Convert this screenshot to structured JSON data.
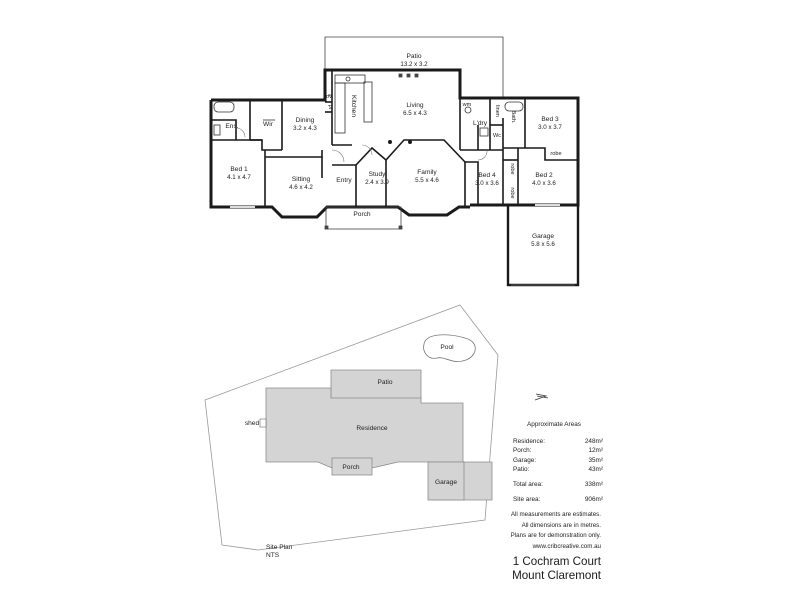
{
  "floor_plan": {
    "rooms": [
      {
        "name": "Patio",
        "dims": "13.2 x 3.2"
      },
      {
        "name": "Living",
        "dims": "6.5 x 4.3"
      },
      {
        "name": "Dining",
        "dims": "3.2 x 4.3"
      },
      {
        "name": "Bed 1",
        "dims": "4.1 x 4.7"
      },
      {
        "name": "Sitting",
        "dims": "4.6 x 4.2"
      },
      {
        "name": "Study",
        "dims": "2.4 x 3.9"
      },
      {
        "name": "Family",
        "dims": "5.5 x 4.6"
      },
      {
        "name": "Bed 4",
        "dims": "3.0 x 3.6"
      },
      {
        "name": "Bed 2",
        "dims": "4.0 x 3.6"
      },
      {
        "name": "Bed 3",
        "dims": "3.0 x 3.7"
      },
      {
        "name": "Garage",
        "dims": "5.8 x 5.6"
      }
    ],
    "labels": {
      "ens": "Ens.",
      "wir": "Wir",
      "kitchen": "Kitchen",
      "entry": "Entry",
      "porch": "Porch",
      "ldry": "L'dry",
      "bath": "Bath.",
      "linen": "linen",
      "wc": "Wc",
      "robe": "robe",
      "ov": "ov",
      "pt": "pt",
      "wm": "wm"
    }
  },
  "site_plan": {
    "labels": {
      "pool": "Pool",
      "patio": "Patio",
      "residence": "Residence",
      "porch": "Porch",
      "garage": "Garage",
      "shed": "shed",
      "north": "N"
    },
    "title": "Site Plan",
    "scale_note": "NTS"
  },
  "areas": {
    "heading": "Approximate Areas",
    "rows": [
      {
        "label": "Residence:",
        "value": "248m²"
      },
      {
        "label": "Porch:",
        "value": "12m²"
      },
      {
        "label": "Garage:",
        "value": "35m²"
      },
      {
        "label": "Patio:",
        "value": "43m²"
      }
    ],
    "total": {
      "label": "Total area:",
      "value": "338m²"
    },
    "site": {
      "label": "Site area:",
      "value": "906m²"
    }
  },
  "notes": [
    "All measurements are estimates.",
    "All dimensions are in metres.",
    "Plans are for demonstration only.",
    "www.cribcreative.com.au"
  ],
  "address": {
    "line1": "1 Cochram Court",
    "line2": "Mount Claremont"
  },
  "colors": {
    "wall": "#1a1a1a",
    "site_fill": "#d4d4d4",
    "site_stroke": "#8c8c8c",
    "line": "#555555"
  }
}
